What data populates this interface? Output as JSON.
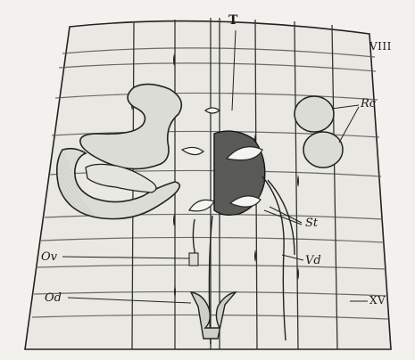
{
  "figure": {
    "labels": {
      "T": "T",
      "VIII": "VIII",
      "Rc": "Rc",
      "St": "St",
      "Ov": "Ov",
      "Vd": "Vd",
      "Od": "Od",
      "XV": "XV"
    },
    "colors": {
      "paper": "#f2f1ed",
      "ink": "#1a1a1a",
      "organ_fill": "#dcdcd6",
      "shade": "#8a8a86"
    }
  }
}
